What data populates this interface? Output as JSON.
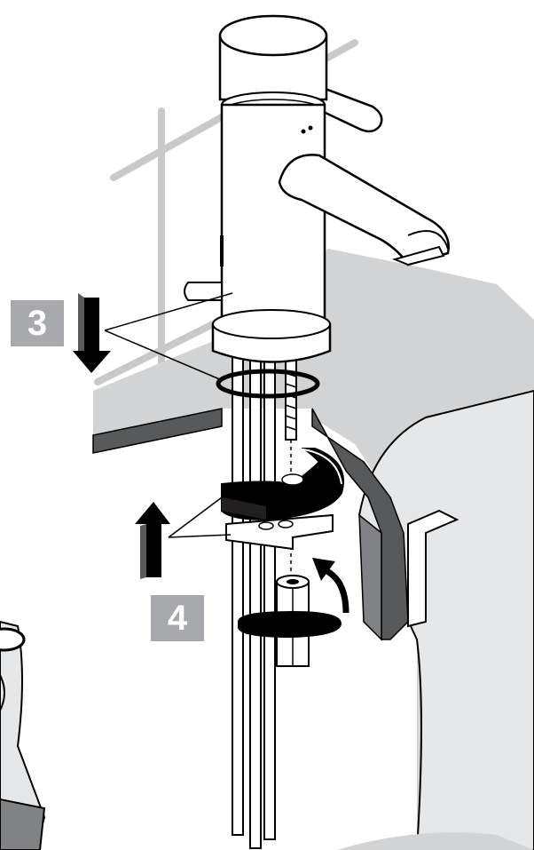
{
  "steps": [
    {
      "number": "3",
      "direction": "down",
      "meaning": "push-down-arrow"
    },
    {
      "number": "4",
      "direction": "up",
      "meaning": "push-up-arrow"
    }
  ],
  "icons": {
    "rotate": "rotate-arrow-icon",
    "down": "arrow-down-icon",
    "up": "arrow-up-icon"
  },
  "colors": {
    "badge": "#a7a9ac",
    "ink": "#000000",
    "surface": "#d1d3d4",
    "surface_light": "#e6e7e8"
  }
}
